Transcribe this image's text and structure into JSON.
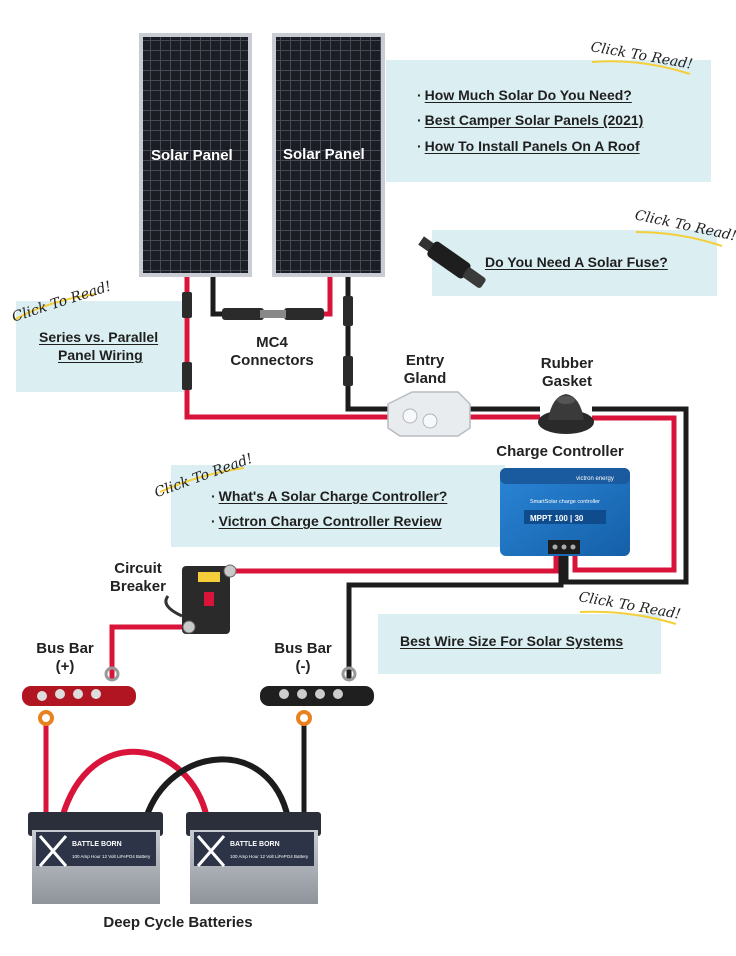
{
  "panels": [
    {
      "label": "Solar Panel"
    },
    {
      "label": "Solar Panel"
    }
  ],
  "components": {
    "mc4": "MC4\nConnectors",
    "entry_gland": "Entry\nGland",
    "rubber_gasket": "Rubber\nGasket",
    "charge_controller": "Charge Controller",
    "circuit_breaker": "Circuit\nBreaker",
    "bus_bar_pos": "Bus Bar\n(+)",
    "bus_bar_neg": "Bus Bar\n(-)",
    "batteries": "Deep Cycle Batteries"
  },
  "device_text": {
    "controller_brand": "victron energy",
    "controller_series": "SmartSolar charge controller",
    "controller_model": "MPPT 100 | 30",
    "battery_brand": "BATTLE BORN",
    "battery_spec": "100 Amp Hour 12 Volt LiFePO4 Battery"
  },
  "click_label": "Click To Read!",
  "link_boxes": {
    "top_right": {
      "links": [
        "How Much Solar Do You Need?",
        "Best Camper Solar Panels (2021)",
        "How To Install Panels On A Roof"
      ]
    },
    "fuse": {
      "links": [
        "Do You Need A Solar Fuse?"
      ]
    },
    "series": {
      "links": [
        "Series vs. Parallel",
        "Panel Wiring"
      ]
    },
    "controller": {
      "links": [
        "What's A Solar Charge Controller?",
        "Victron Charge Controller Review"
      ]
    },
    "wire": {
      "links": [
        "Best Wire Size For Solar Systems"
      ]
    }
  },
  "colors": {
    "wire_red": "#d9143a",
    "wire_black": "#1c1c1c",
    "box_bg": "#dbeef2",
    "panel_cell": "#1b1d24",
    "controller_blue": "#1f6fc0",
    "accent_yellow": "#f5cf3a"
  }
}
